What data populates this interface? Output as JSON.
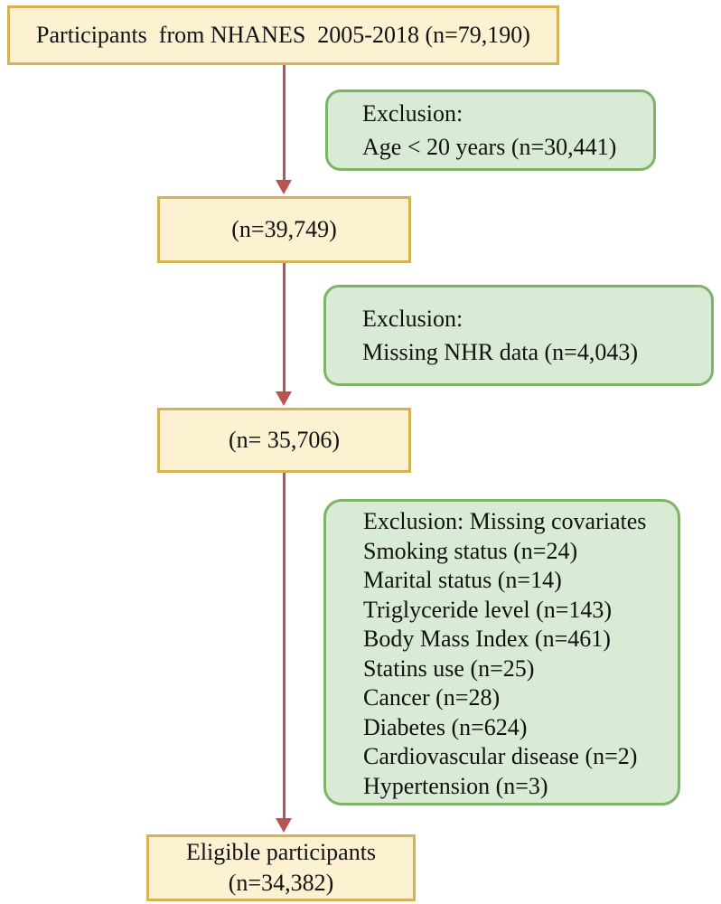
{
  "figure": {
    "type": "participant-flow-diagram",
    "boxes": {
      "participants": {
        "label": "Participants  from NHANES  2005-2018 (n=79,190)"
      },
      "after_age": {
        "label": "(n=39,749)"
      },
      "after_nhr": {
        "label": "(n= 35,706)"
      },
      "eligible": {
        "line1": "Eligible participants",
        "line2": "(n=34,382)"
      }
    },
    "exclusions": {
      "age": {
        "lines": [
          "Exclusion:",
          "Age < 20 years (n=30,441)"
        ]
      },
      "nhr": {
        "lines": [
          "Exclusion:",
          "Missing NHR data (n=4,043)"
        ]
      },
      "covariates": {
        "lines": [
          "Exclusion: Missing covariates",
          "Smoking status (n=24)",
          "Marital status (n=14)",
          "Triglyceride level (n=143)",
          "Body Mass Index (n=461)",
          "Statins use (n=25)",
          "Cancer (n=28)",
          "Diabetes (n=624)",
          "Cardiovascular disease (n=2)",
          "Hypertension (n=3)"
        ]
      }
    }
  },
  "colors": {
    "yellow-fill": "#FCF2D2",
    "yellow-border": "#D4B255",
    "green-fill": "#D9EAD5",
    "green-border": "#7FB36A",
    "arrow": "#B85450",
    "text": "#111111",
    "bg": "#FFFFFF"
  }
}
